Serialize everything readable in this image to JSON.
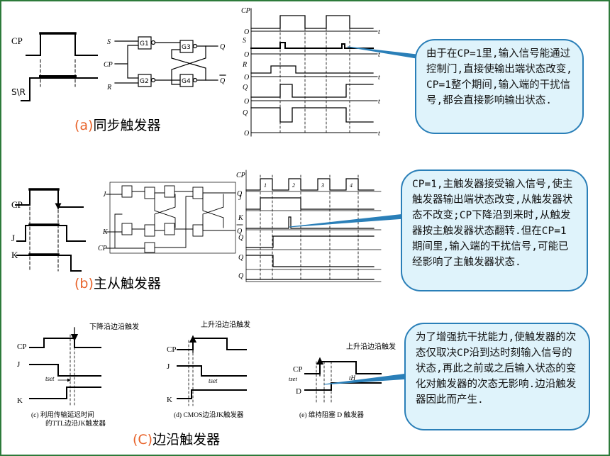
{
  "section_a": {
    "label_prefix": "(a)",
    "label_text": "同步触发器",
    "signals": {
      "cp": "CP",
      "sr": "S\\R"
    },
    "gate_inputs": {
      "s": "S",
      "cp": "CP",
      "r": "R"
    },
    "gate_outputs": {
      "q": "Q",
      "qbar": "Q"
    },
    "gates": [
      "G1",
      "G3",
      "G2",
      "G4"
    ],
    "wave_labels": [
      "CP",
      "S",
      "R",
      "Q",
      "Q"
    ],
    "axis_origin": "O",
    "axis_t": "t",
    "callout": "由于在CP=1里,输入信号能通过控制门,直接使输出端状态改变, CP=1整个期间,输入端的干扰信号,都会直接影响输出状态."
  },
  "section_b": {
    "label_prefix": "(b)",
    "label_text": "主从触发器",
    "signals": {
      "cp": "CP",
      "j": "J",
      "k": "K"
    },
    "circuit_inputs": {
      "j": "J",
      "k": "K",
      "cp": "CP"
    },
    "circuit_outputs": {
      "q": "Q",
      "qbar": "Q"
    },
    "wave_labels": [
      "CP",
      "J",
      "K",
      "Q",
      "Q",
      "Q"
    ],
    "pulse_numbers": [
      "1",
      "2",
      "3",
      "4"
    ],
    "callout": "CP=1,主触发器接受输入信号,使主触发器输出端状态改变,从触发器状态不改变;CP下降沿到来时,从触发器按主触发器状态翻转.但在CP=1期间里,输入端的干扰信号,可能已经影响了主触发器状态."
  },
  "section_c": {
    "label_prefix": "(C)",
    "label_text": "边沿触发器",
    "diagrams": [
      {
        "signals": [
          "CP",
          "J",
          "K"
        ],
        "edge_note": "下降沿边沿触发",
        "tset": "tset",
        "caption_line1": "(c) 利用传输延迟时间",
        "caption_line2": "的TTL边沿JK触发器"
      },
      {
        "signals": [
          "CP",
          "J",
          "K"
        ],
        "edge_note": "上升沿边沿触发",
        "tset": "tset",
        "caption_line1": "(d) CMOS边沿JK触发器",
        "caption_line2": ""
      },
      {
        "signals": [
          "CP",
          "tset",
          "D"
        ],
        "edge_note": "上升沿边沿触发",
        "th": "tH",
        "caption_line1": "(e) 维持阻塞 D 触发器",
        "caption_line2": ""
      }
    ],
    "callout": "为了增强抗干扰能力,使触发器的次态仅取决CP沿到达时刻输入信号的状态,再此之前或之后输入状态的变化对触发器的次态无影响.边沿触发器因此而产生."
  }
}
